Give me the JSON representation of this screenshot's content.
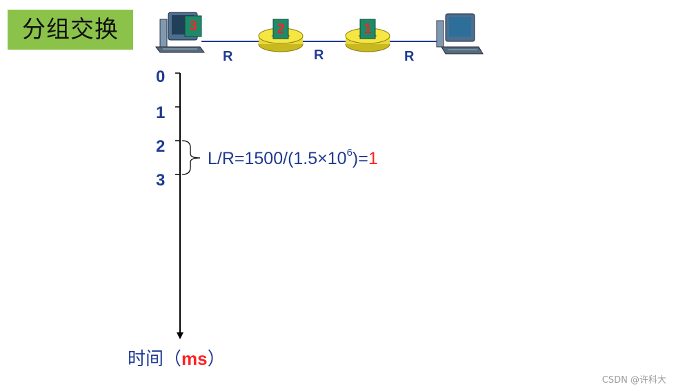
{
  "title": "分组交换",
  "hosts": {
    "source": {
      "packet": "3"
    },
    "router_a": {
      "packet": "2"
    },
    "router_b": {
      "packet": "1"
    },
    "destination": {}
  },
  "links": [
    "R",
    "R",
    "R"
  ],
  "timeline": {
    "ticks": [
      "0",
      "1",
      "2",
      "3"
    ],
    "axis_label": "时间（",
    "axis_unit": "ms",
    "axis_label_end": "）"
  },
  "formula": {
    "text": "L/R=1500/(1.5×10",
    "exponent": "6",
    "close": ")=",
    "result": "1"
  },
  "colors": {
    "title_bg": "#8bc34a",
    "label_blue": "#1f3a93",
    "highlight_red": "#ff2222",
    "router_yellow": "#f5e642",
    "packet_green": "#1e8a6a"
  },
  "watermark": "CSDN @许科大"
}
